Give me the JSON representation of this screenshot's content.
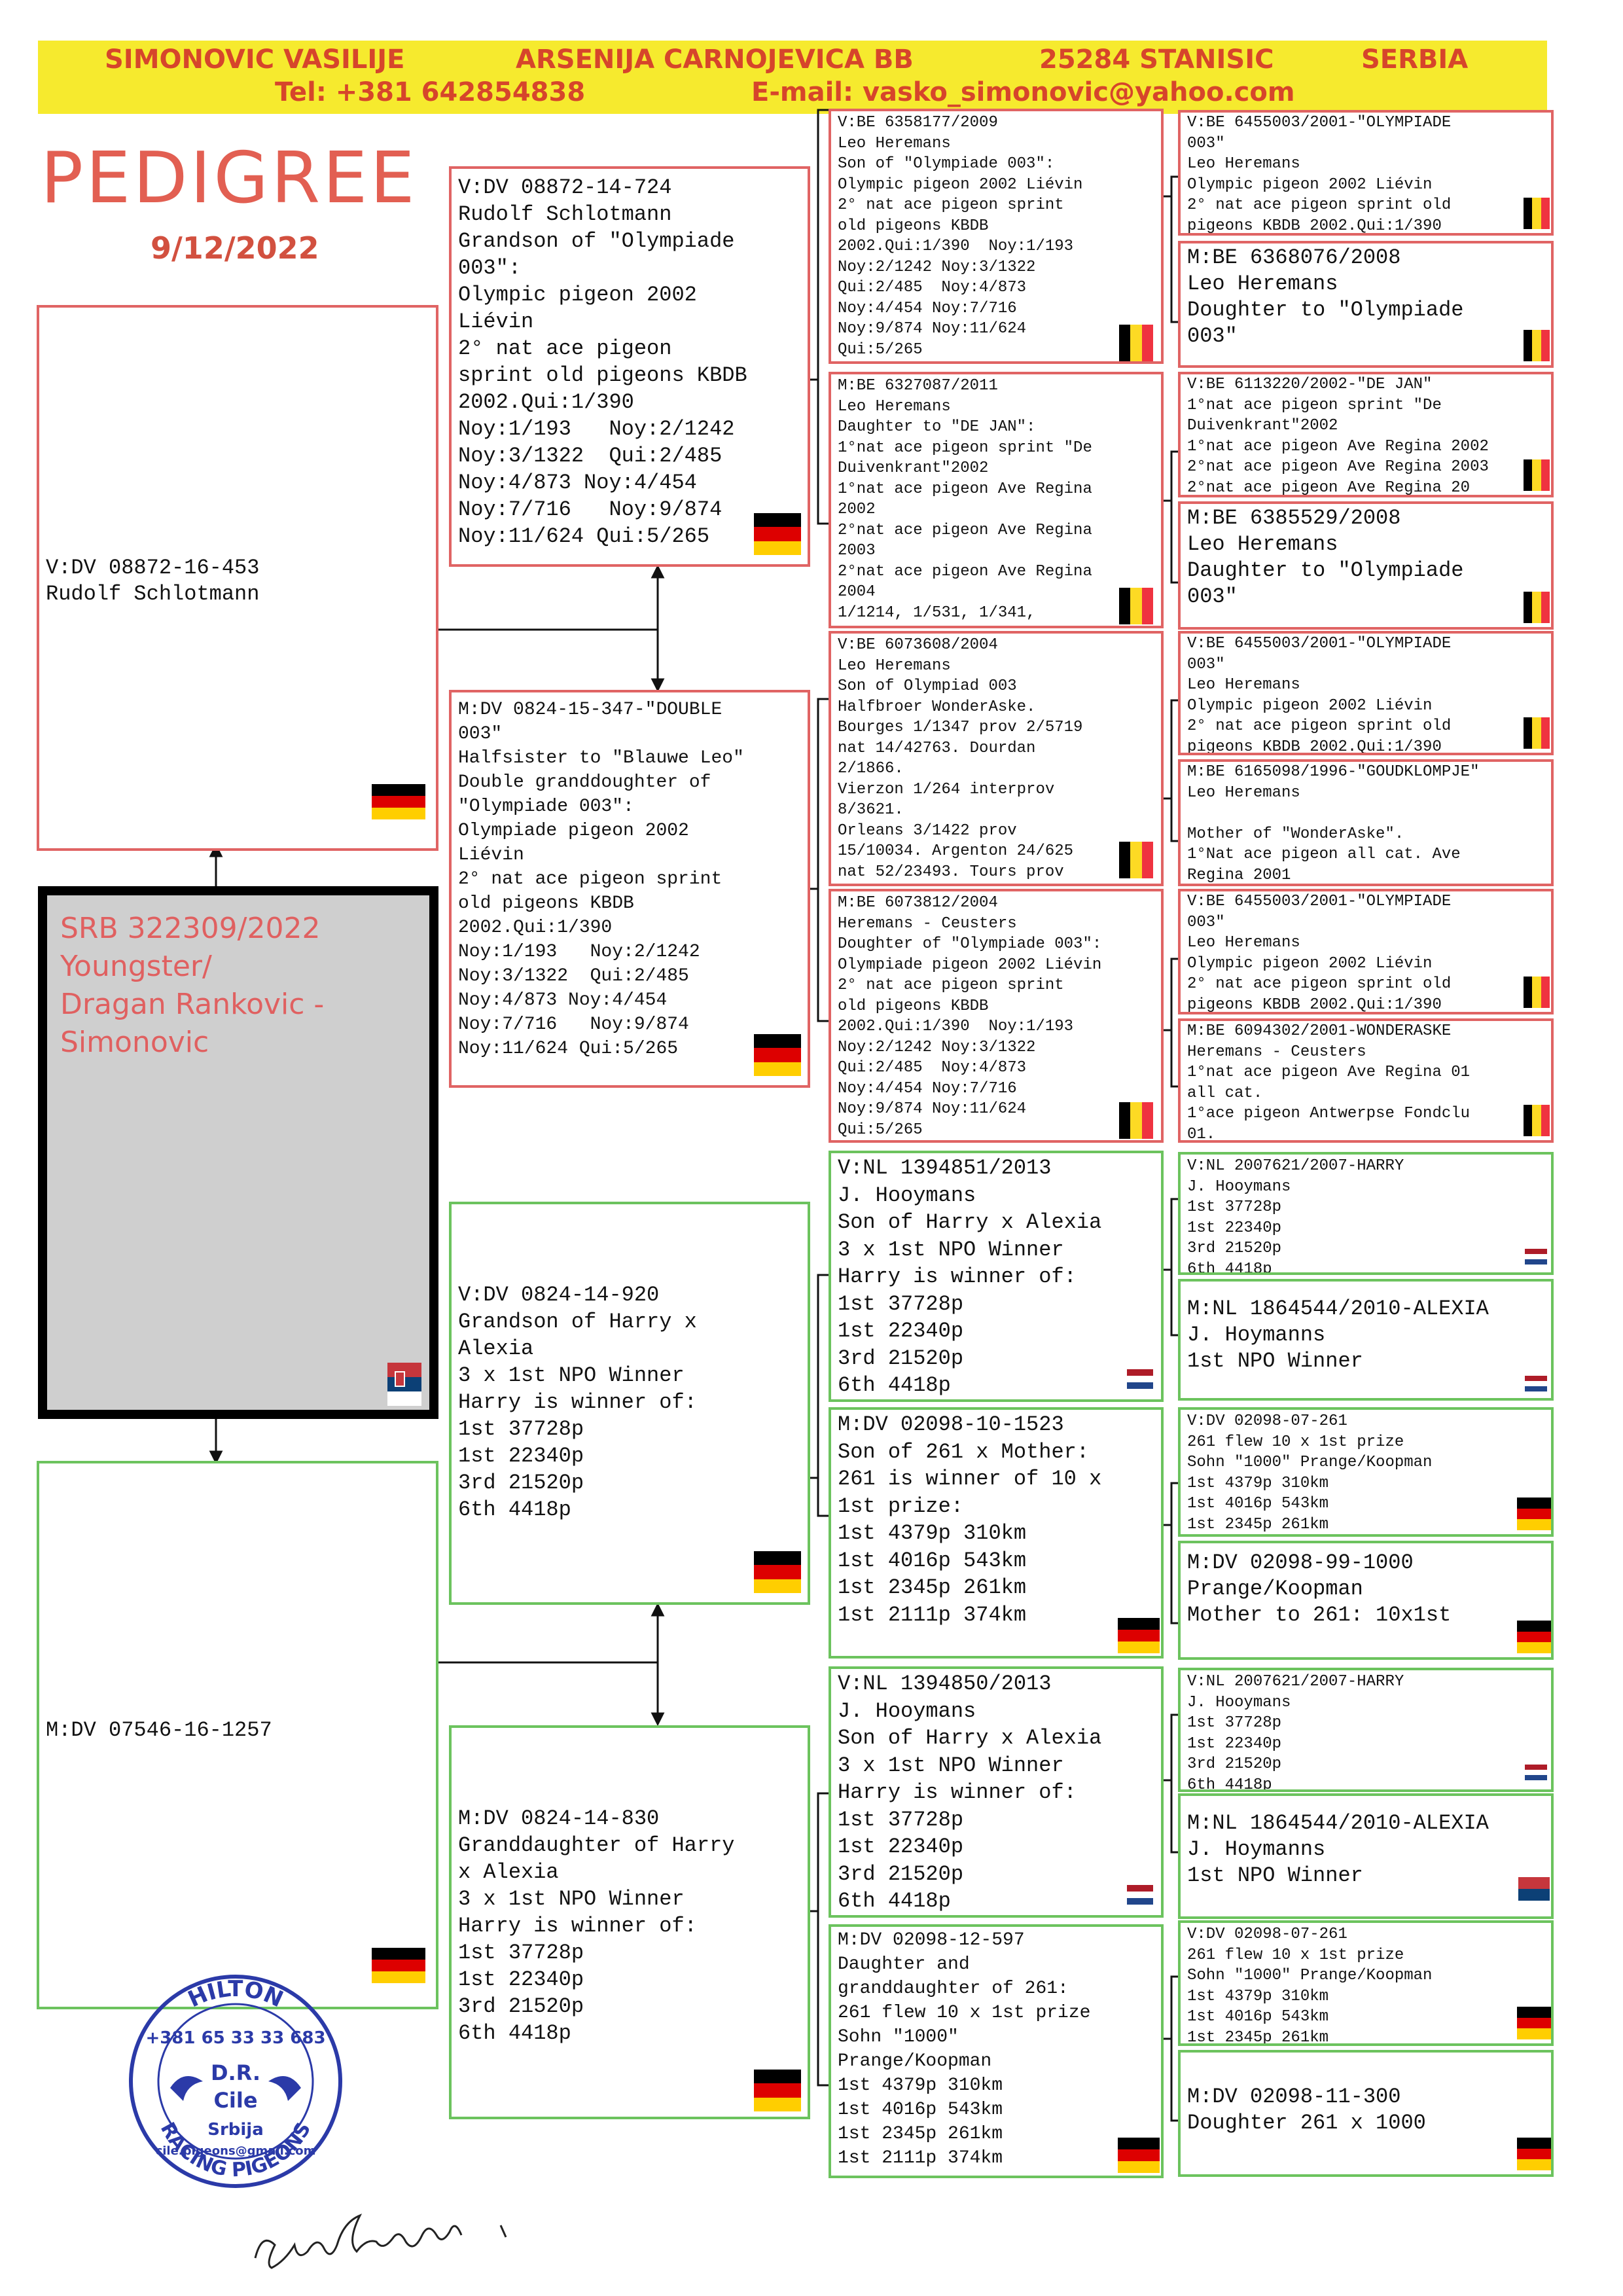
{
  "header": {
    "name": "SIMONOVIC VASILIJE",
    "address": "ARSENIJA CARNOJEVICA BB",
    "postcode_city": "25284 STANISIC",
    "country": "SERBIA",
    "tel": "Tel: +381 642854838",
    "email": "E-mail: vasko_simonovic@yahoo.com"
  },
  "title": "PEDIGREE",
  "date": "9/12/2022",
  "subject": {
    "text": "SRB 322309/2022\nYoungster/\nDragan Rankovic -\nSimonovic"
  },
  "parents": {
    "father": "V:DV 08872-16-453\nRudolf Schlotmann",
    "mother": "M:DV 07546-16-1257"
  },
  "grandparents": {
    "ff": "V:DV 08872-14-724\nRudolf Schlotmann\nGrandson of \"Olympiade\n003\":\nOlympic pigeon 2002\nLiévin\n2° nat ace pigeon\nsprint old pigeons KBDB\n2002.Qui:1/390\nNoy:1/193   Noy:2/1242\nNoy:3/1322  Qui:2/485\nNoy:4/873 Noy:4/454\nNoy:7/716   Noy:9/874\nNoy:11/624 Qui:5/265",
    "fm": "M:DV 0824-15-347-\"DOUBLE\n003\"\nHalfsister to \"Blauwe Leo\"\nDouble granddoughter of\n\"Olympiade 003\":\nOlympiade pigeon 2002\nLiévin\n2° nat ace pigeon sprint\nold pigeons KBDB\n2002.Qui:1/390\nNoy:1/193   Noy:2/1242\nNoy:3/1322  Qui:2/485\nNoy:4/873 Noy:4/454\nNoy:7/716   Noy:9/874\nNoy:11/624 Qui:5/265",
    "mf": "V:DV 0824-14-920\nGrandson of Harry x\nAlexia\n3 x 1st NPO Winner\nHarry is winner of:\n1st 37728p\n1st 22340p\n3rd 21520p\n6th 4418p",
    "mm": "M:DV 0824-14-830\nGranddaughter of Harry\nx Alexia\n3 x 1st NPO Winner\nHarry is winner of:\n1st 37728p\n1st 22340p\n3rd 21520p\n6th 4418p"
  },
  "gen3": {
    "fff": "V:BE 6358177/2009\nLeo Heremans\nSon of \"Olympiade 003\":\nOlympic pigeon 2002 Liévin\n2° nat ace pigeon sprint\nold pigeons KBDB\n2002.Qui:1/390  Noy:1/193\nNoy:2/1242 Noy:3/1322\nQui:2/485  Noy:4/873\nNoy:4/454 Noy:7/716\nNoy:9/874 Noy:11/624\nQui:5/265",
    "ffm": "M:BE 6327087/2011\nLeo Heremans\nDaughter to \"DE JAN\":\n1°nat ace pigeon sprint \"De\nDuivenkrant\"2002\n1°nat ace pigeon Ave Regina\n2002\n2°nat ace pigeon Ave Regina\n2003\n2°nat ace pigeon Ave Regina\n2004\n1/1214, 1/531, 1/341,",
    "fmf": "V:BE 6073608/2004\nLeo Heremans\nSon of Olympiad 003\nHalfbroer WonderAske.\nBourges 1/1347 prov 2/5719\nnat 14/42763. Dourdan\n2/1866.\nVierzon 1/264 interprov\n8/3621.\nOrleans 3/1422 prov\n15/10034. Argenton 24/625\nnat 52/23493. Tours prov",
    "fmm": "M:BE 6073812/2004\nHeremans - Ceusters\nDoughter of \"Olympiade 003\":\nOlympiade pigeon 2002 Liévin\n2° nat ace pigeon sprint\nold pigeons KBDB\n2002.Qui:1/390  Noy:1/193\nNoy:2/1242 Noy:3/1322\nQui:2/485  Noy:4/873\nNoy:4/454 Noy:7/716\nNoy:9/874 Noy:11/624\nQui:5/265",
    "mff": "V:NL 1394851/2013\nJ. Hooymans\nSon of Harry x Alexia\n3 x 1st NPO Winner\nHarry is winner of:\n1st 37728p\n1st 22340p\n3rd 21520p\n6th 4418p",
    "mfm": "M:DV 02098-10-1523\nSon of 261 x Mother:\n261 is winner of 10 x\n1st prize:\n1st 4379p 310km\n1st 4016p 543km\n1st 2345p 261km\n1st 2111p 374km",
    "mmf": "V:NL 1394850/2013\nJ. Hooymans\nSon of Harry x Alexia\n3 x 1st NPO Winner\nHarry is winner of:\n1st 37728p\n1st 22340p\n3rd 21520p\n6th 4418p",
    "mmm": "M:DV 02098-12-597\nDaughter and\ngranddaughter of 261:\n261 flew 10 x 1st prize\nSohn \"1000\"\nPrange/Koopman\n1st 4379p 310km\n1st 4016p 543km\n1st 2345p 261km\n1st 2111p 374km"
  },
  "gen4": {
    "ffff": "V:BE 6455003/2001-\"OLYMPIADE\n003\"\nLeo Heremans\nOlympic pigeon 2002 Liévin\n2° nat ace pigeon sprint old\npigeons KBDB 2002.Qui:1/390",
    "fffm": "M:BE 6368076/2008\nLeo Heremans\nDoughter to \"Olympiade\n003\"",
    "ffmf": "V:BE 6113220/2002-\"DE JAN\"\n1°nat ace pigeon sprint \"De\nDuivenkrant\"2002\n1°nat ace pigeon Ave Regina 2002\n2°nat ace pigeon Ave Regina 2003\n2°nat ace pigeon Ave Regina 20",
    "ffmm": "M:BE 6385529/2008\nLeo Heremans\nDaughter to \"Olympiade\n003\"",
    "fmff": "V:BE 6455003/2001-\"OLYMPIADE\n003\"\nLeo Heremans\nOlympic pigeon 2002 Liévin\n2° nat ace pigeon sprint old\npigeons KBDB 2002.Qui:1/390",
    "fmfm": "M:BE 6165098/1996-\"GOUDKLOMPJE\"\nLeo Heremans\n\nMother of \"WonderAske\".\n1°Nat ace pigeon all cat. Ave\nRegina 2001",
    "fmmf": "V:BE 6455003/2001-\"OLYMPIADE\n003\"\nLeo Heremans\nOlympic pigeon 2002 Liévin\n2° nat ace pigeon sprint old\npigeons KBDB 2002.Qui:1/390",
    "fmmm": "M:BE 6094302/2001-WONDERASKE\nHeremans - Ceusters\n1°nat ace pigeon Ave Regina 01\nall cat.\n1°ace pigeon Antwerpse Fondclu\n01.",
    "mfff": "V:NL 2007621/2007-HARRY\nJ. Hooymans\n1st 37728p\n1st 22340p\n3rd 21520p\n6th 4418p",
    "mffm": "M:NL 1864544/2010-ALEXIA\nJ. Hoymanns\n1st NPO Winner",
    "mfmf": "V:DV 02098-07-261\n261 flew 10 x 1st prize\nSohn \"1000\" Prange/Koopman\n1st 4379p 310km\n1st 4016p 543km\n1st 2345p 261km",
    "mfmm": "M:DV 02098-99-1000\nPrange/Koopman\nMother to 261: 10x1st",
    "mmff": "V:NL 2007621/2007-HARRY\nJ. Hooymans\n1st 37728p\n1st 22340p\n3rd 21520p\n6th 4418p",
    "mmfm": "M:NL 1864544/2010-ALEXIA\nJ. Hoymanns\n1st NPO Winner",
    "mmmf": "V:DV 02098-07-261\n261 flew 10 x 1st prize\nSohn \"1000\" Prange/Koopman\n1st 4379p 310km\n1st 4016p 543km\n1st 2345p 261km",
    "mmmm": "M:DV 02098-11-300\nDoughter 261 x 1000"
  },
  "stamp": {
    "top": "HILTON",
    "phone": "+381 65 33 33 683",
    "initials": "D.R.",
    "name": "Cile",
    "country": "Srbija",
    "email": "cile.pigeons@gmail.com",
    "bottom": "RACING PIGEONS"
  },
  "signature": "Dra Rankovic"
}
